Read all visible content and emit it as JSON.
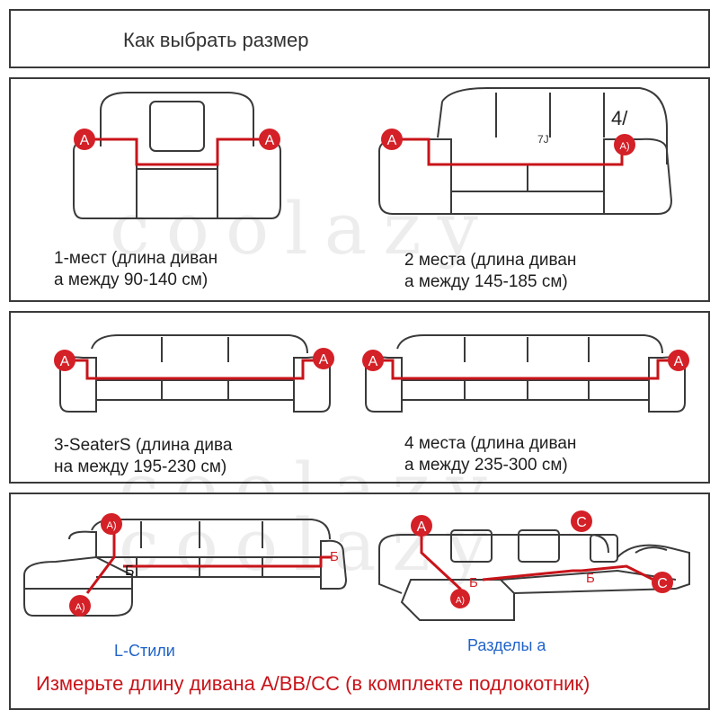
{
  "title": "Как выбрать размер",
  "markers": {
    "a": "A",
    "a_paren": "A)",
    "b": "Б",
    "c": "C",
    "note_7j": "7J",
    "note_4": "4/"
  },
  "captions": {
    "one_seat": [
      "1-мест (длина диван",
      "а между 90-140 см)"
    ],
    "two_seat": [
      "2 места (длина диван",
      "а между 145-185 см)"
    ],
    "three_seat": [
      "3-SeaterS (длина дива",
      "на между 195-230 см)"
    ],
    "four_seat": [
      "4 места (длина диван",
      "а между 235-300 см)"
    ]
  },
  "labels": {
    "l_style": "L-Стили",
    "sections": "Разделы а"
  },
  "footer_note": "Измерьте длину дивана A/BB/CC (в комплекте подлокотник)",
  "watermark": "coolazy",
  "colors": {
    "marker_red": "#d42027",
    "line_red": "#c8141a",
    "blue_text": "#1f63c9",
    "outline": "#3a3a3a"
  }
}
